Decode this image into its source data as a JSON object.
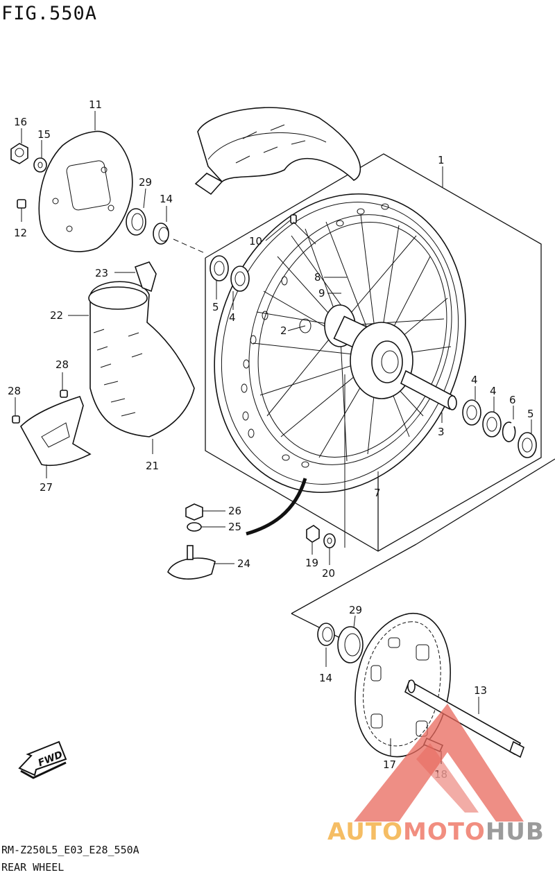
{
  "figure": {
    "title": "FIG.550A",
    "model_code": "RM-Z250L5_E03_E28_550A",
    "name": "REAR WHEEL"
  },
  "callouts": [
    "1",
    "2",
    "3",
    "4",
    "4",
    "4",
    "5",
    "5",
    "6",
    "7",
    "8",
    "9",
    "10",
    "11",
    "12",
    "13",
    "14",
    "14",
    "15",
    "16",
    "17",
    "18",
    "19",
    "20",
    "21",
    "22",
    "23",
    "24",
    "25",
    "26",
    "27",
    "28",
    "28",
    "29",
    "29"
  ],
  "direction_badge": "FWD",
  "watermark": {
    "auto": "AUTO",
    "moto": "MOTO",
    "hub": "HUB"
  },
  "colors": {
    "line": "#111111",
    "wm_red": "#e8685c",
    "wm_orange": "#f4b24a",
    "wm_gray": "#8a8a8a"
  }
}
